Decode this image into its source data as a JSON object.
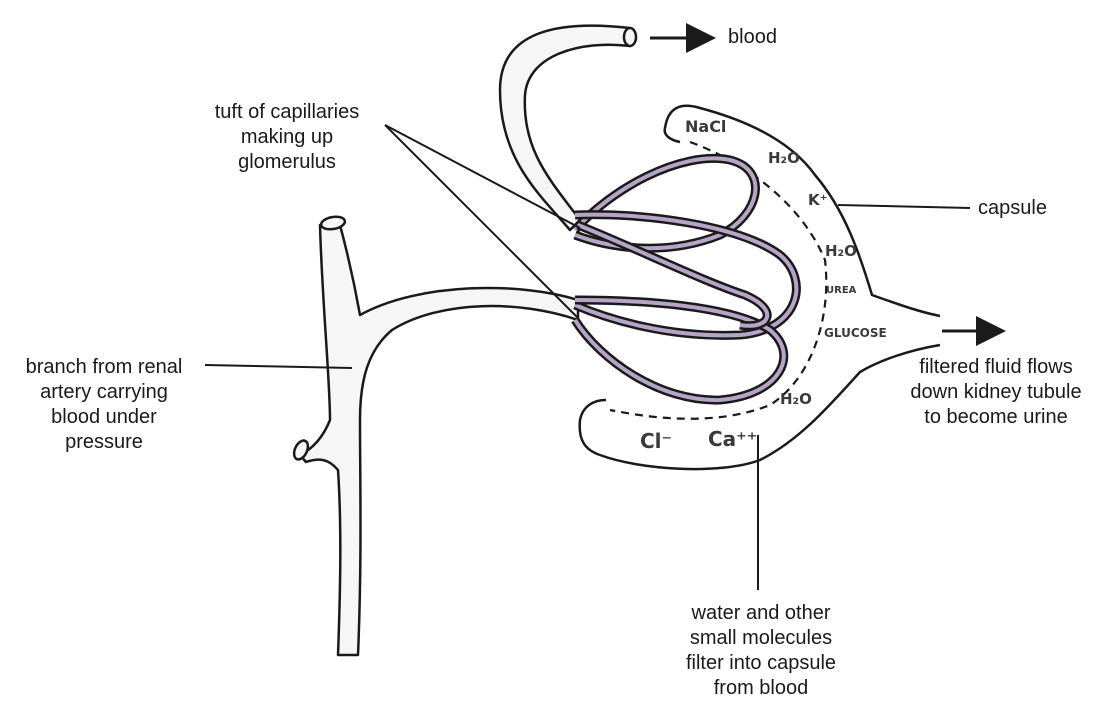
{
  "labels": {
    "blood": "blood",
    "tuft": [
      "tuft of capillaries",
      "making up",
      "glomerulus"
    ],
    "capsule": "capsule",
    "branch": [
      "branch from renal",
      "artery carrying",
      "blood under",
      "pressure"
    ],
    "filtered": [
      "filtered fluid flows",
      "down kidney tubule",
      "to become urine"
    ],
    "water": [
      "water and other",
      "small molecules",
      "filter into capsule",
      "from blood"
    ]
  },
  "molecules": {
    "nacl": "NaCl",
    "h2o_top": "H₂O",
    "k_plus": "K⁺",
    "h2o_mid": "H₂O",
    "urea": "UREA",
    "glucose": "GLUCOSE",
    "h2o_bottom": "H₂O",
    "cl_minus": "Cl⁻",
    "ca_plus": "Ca⁺⁺"
  },
  "colors": {
    "ink": "#1a1a1a",
    "vessel_fill": "#f6f6f6",
    "inner_tube": "#b7a5c8"
  }
}
